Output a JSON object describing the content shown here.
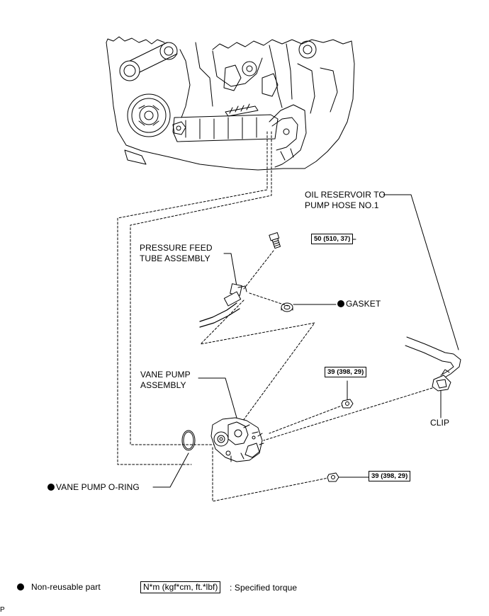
{
  "labels": {
    "oil_reservoir_line1": "OIL RESERVOIR TO",
    "oil_reservoir_line2": "PUMP HOSE NO.1",
    "pressure_feed_line1": "PRESSURE FEED",
    "pressure_feed_line2": "TUBE ASSEMBLY",
    "gasket": "GASKET",
    "vane_pump_line1": "VANE PUMP",
    "vane_pump_line2": "ASSEMBLY",
    "clip": "CLIP",
    "vane_pump_oring": "VANE PUMP O-RING"
  },
  "torque": {
    "bolt_union": "50 (510, 37)",
    "nut_upper": "39 (398, 29)",
    "nut_lower": "39 (398, 29)"
  },
  "legend": {
    "non_reusable": "Non-reusable part",
    "torque_units": "N*m (kgf*cm, ft.*lbf)",
    "specified_torque": ": Specified torque"
  },
  "corner_code": "P"
}
